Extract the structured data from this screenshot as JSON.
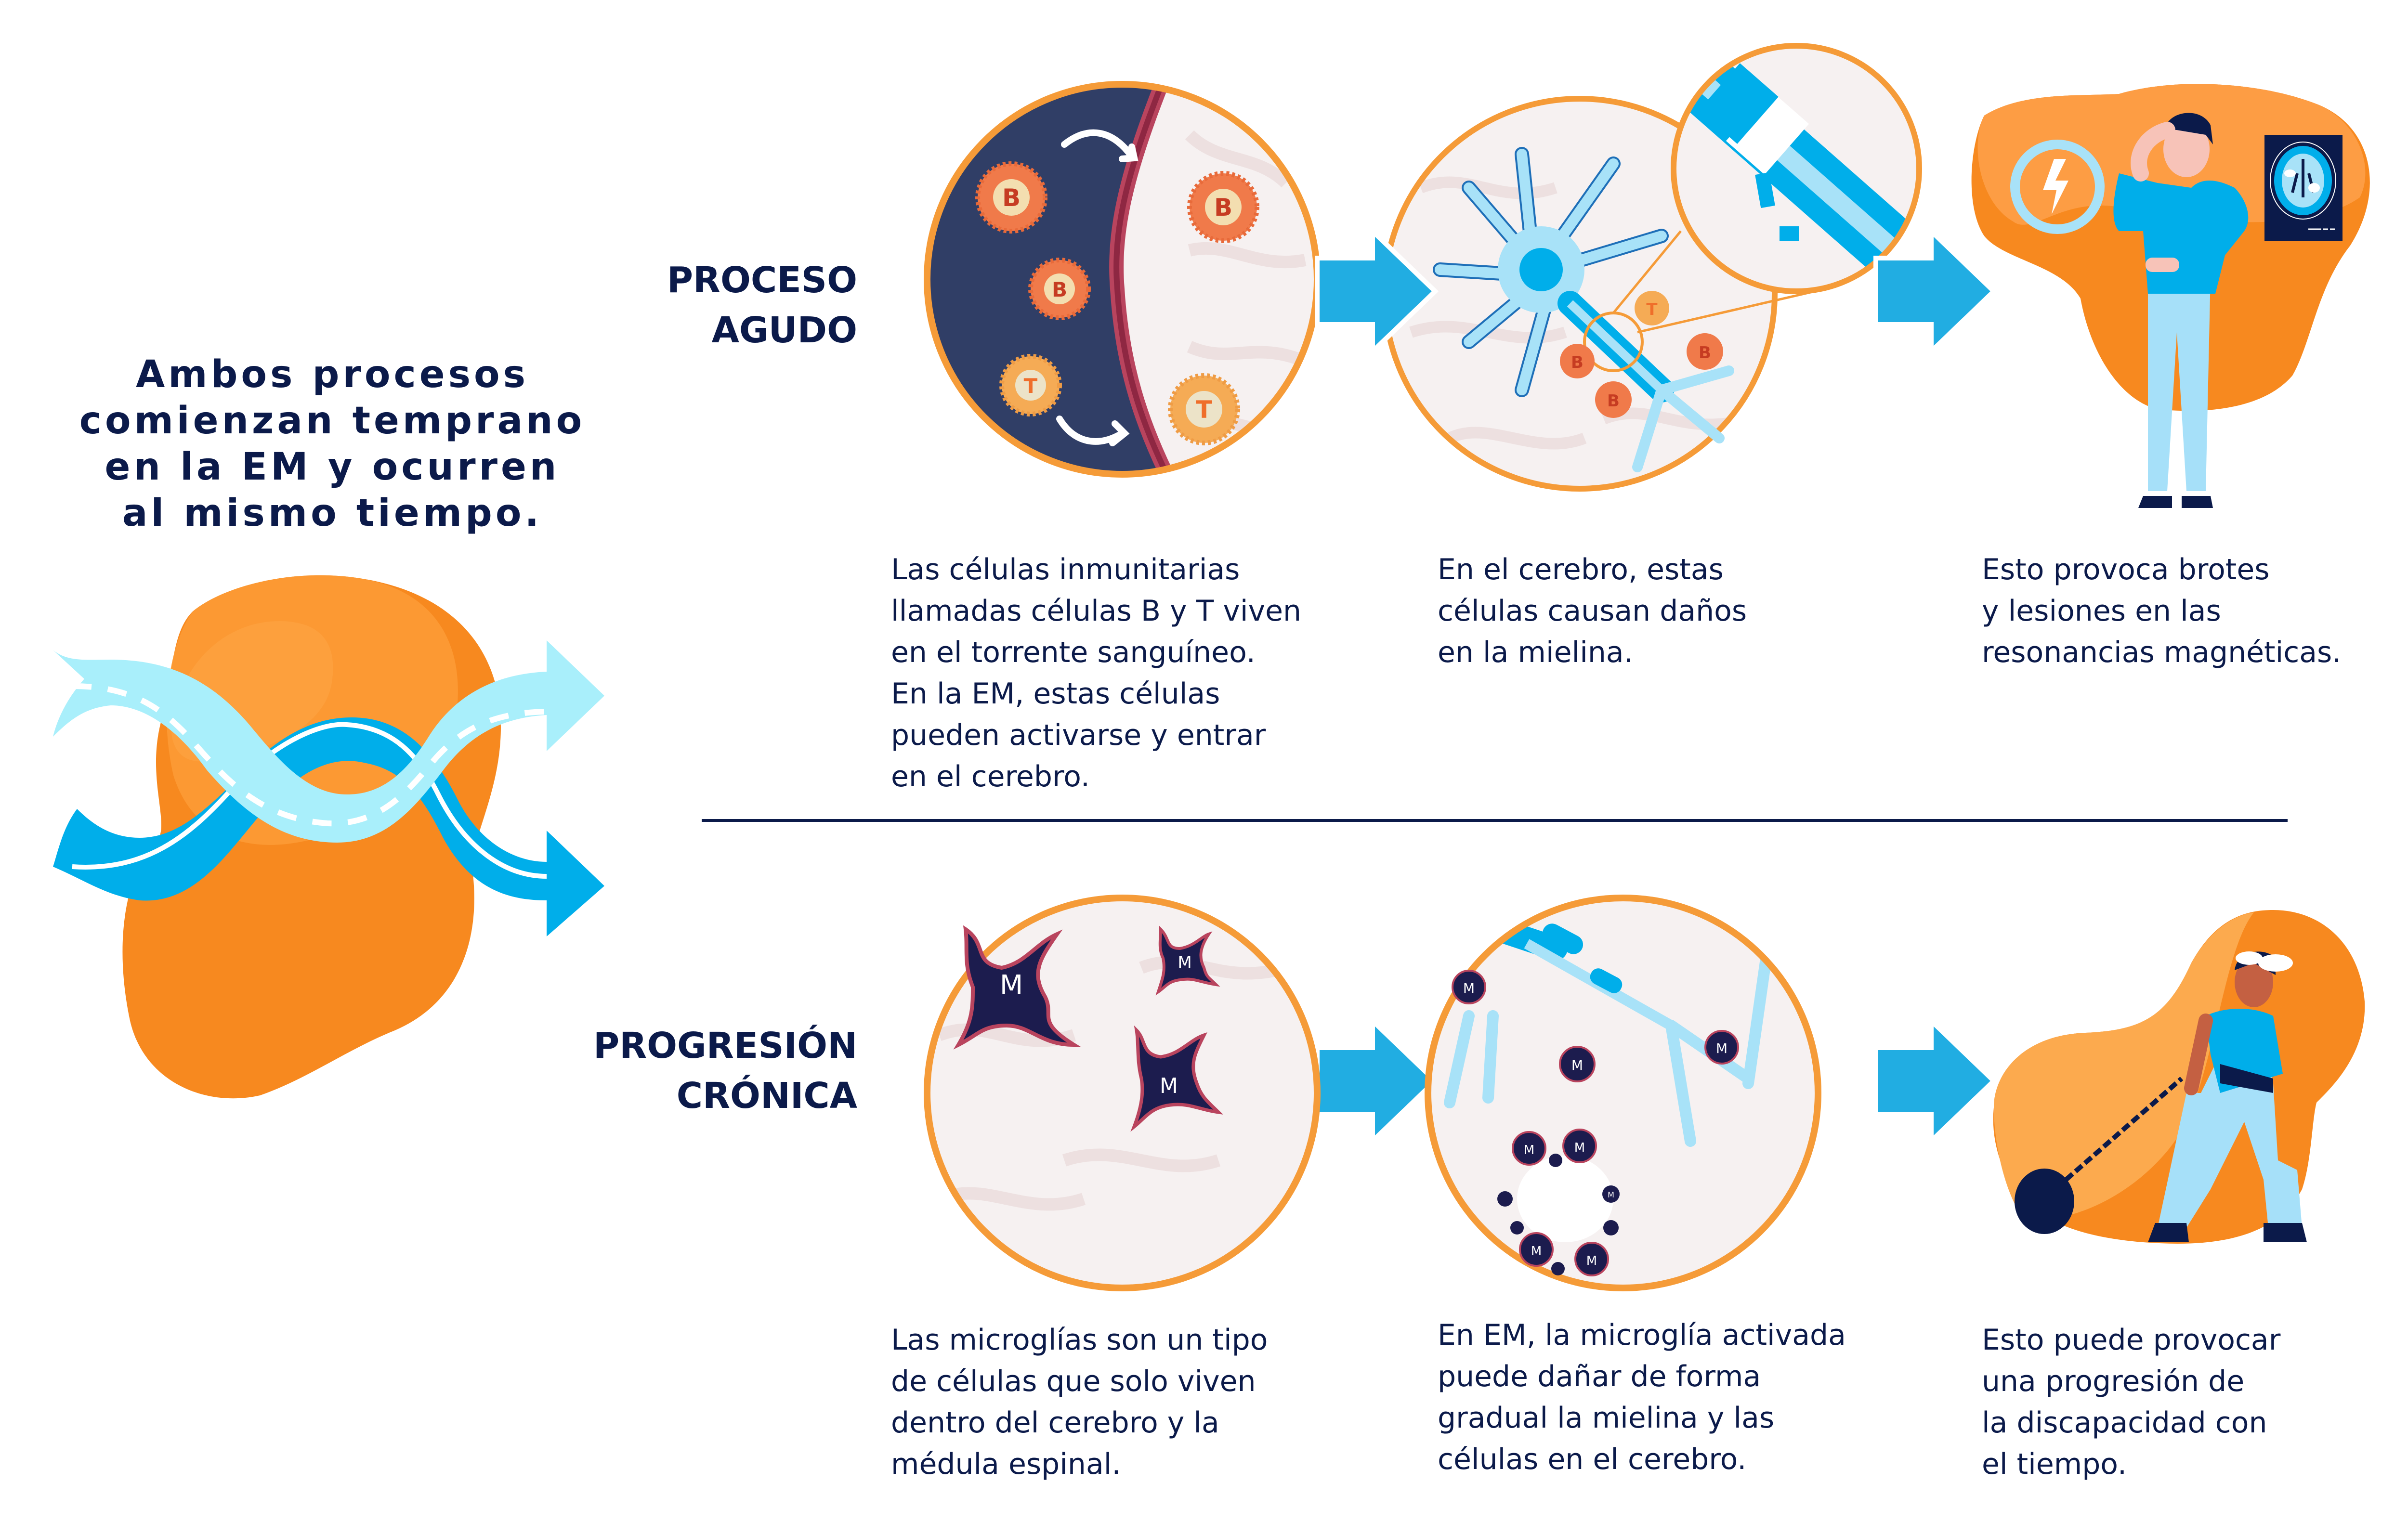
{
  "intro": {
    "lines": [
      "Ambos procesos",
      "comienzan temprano",
      "en la EM y ocurren",
      "al mismo tiempo."
    ]
  },
  "rows": [
    {
      "label_lines": [
        "PROCESO",
        "AGUDO"
      ],
      "steps": [
        {
          "illustration": "bt-cells-crossing-blood-brain-barrier",
          "cell_labels": [
            "B",
            "B",
            "T",
            "B",
            "T"
          ],
          "text_lines": [
            "Las células inmunitarias",
            "llamadas células B y T viven",
            "en el torrente sanguíneo.",
            "En la EM, estas células",
            "pueden activarse y entrar",
            "en el cerebro."
          ]
        },
        {
          "illustration": "neuron-myelin-damage-with-zoom-inset",
          "cell_labels": [
            "T",
            "B",
            "B",
            "B"
          ],
          "text_lines": [
            "En el cerebro, estas",
            "células causan daños",
            "en la mielina."
          ]
        },
        {
          "illustration": "man-with-headache-and-mri-scan",
          "icons": [
            "lightning-icon",
            "mri-brain-scan"
          ],
          "text_lines": [
            "Esto provoca brotes",
            "y lesiones en las",
            "resonancias magnéticas."
          ]
        }
      ]
    },
    {
      "label_lines": [
        "PROGRESIÓN",
        "CRÓNICA"
      ],
      "steps": [
        {
          "illustration": "microglia-cells-in-brain",
          "cell_labels": [
            "M",
            "M",
            "M"
          ],
          "text_lines": [
            "Las microglías son un tipo",
            "de células que solo viven",
            "dentro del cerebro y la",
            "médula espinal."
          ]
        },
        {
          "illustration": "activated-microglia-damaging-myelin",
          "cell_labels": [
            "M",
            "M",
            "M",
            "M",
            "M",
            "M",
            "M",
            "M"
          ],
          "text_lines": [
            "En EM, la microglía activada",
            "puede dañar de forma",
            "gradual la mielina y las",
            "células en el cerebro."
          ]
        },
        {
          "illustration": "woman-dragging-ball-and-chain",
          "text_lines": [
            "Esto puede provocar",
            "una progresión de",
            "la discapacidad con",
            "el tiempo."
          ]
        }
      ]
    }
  ],
  "colors": {
    "navy": "#0B1A4A",
    "arrow_blue": "#21ADE2",
    "light_blue": "#A8E6F8",
    "circle_border": "#F59B38",
    "orange": "#F7941E",
    "orange_light": "#FBB05A",
    "cell_orange": "#F07A4A",
    "cell_t": "#F5AB55",
    "blood_navy": "#303E66",
    "brain_bg": "#F6F1F1"
  }
}
